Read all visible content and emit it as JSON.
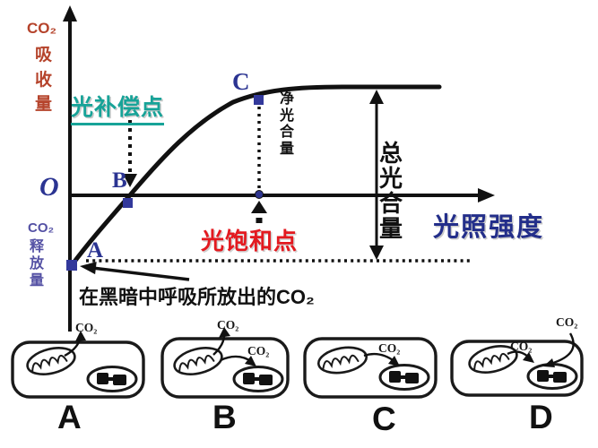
{
  "graph": {
    "y_axis_top": {
      "gas": "CO₂",
      "chars": [
        "吸",
        "收",
        "量"
      ]
    },
    "y_axis_bottom": {
      "gas": "CO₂",
      "chars": [
        "释",
        "放",
        "量"
      ]
    },
    "origin": "O",
    "x_axis": "光照强度",
    "compensation_point": "光补偿点",
    "saturation_point": "光饱和点",
    "net_photo": [
      "净",
      "光",
      "合",
      "量"
    ],
    "gross_photo": [
      "总",
      "光",
      "合",
      "量"
    ],
    "dark_note": "在黑暗中呼吸所放出的CO₂",
    "point_a": "A",
    "point_b": "B",
    "point_c": "C"
  },
  "cells": [
    {
      "label": "A",
      "co2_out": "CO₂"
    },
    {
      "label": "B",
      "co2_out": "CO₂",
      "co2_in": "CO₂"
    },
    {
      "label": "C",
      "co2_in": "CO₂"
    },
    {
      "label": "D",
      "co2_in": "CO₂",
      "co2_out": "CO₂"
    }
  ],
  "colors": {
    "absorb_label": "#b5432b",
    "release_label": "#5451a4",
    "compensation": "#17a398",
    "saturation": "#e3191f",
    "axis_points": "#2b3492",
    "x_axis_label": "#232e8a",
    "curve": "#111111"
  },
  "chart_data": {
    "type": "line",
    "title": "",
    "xlabel": "光照强度",
    "ylabel_positive": "CO₂吸收量",
    "ylabel_negative": "CO₂释放量",
    "axes_unscaled": true,
    "curve_points_norm": [
      [
        0,
        -1.0
      ],
      [
        0.15,
        -0.55
      ],
      [
        0.24,
        0.0
      ],
      [
        0.35,
        0.75
      ],
      [
        0.45,
        1.3
      ],
      [
        0.53,
        1.52
      ],
      [
        0.65,
        1.6
      ],
      [
        0.85,
        1.6
      ],
      [
        1.0,
        1.6
      ]
    ],
    "key_points": [
      {
        "name": "A",
        "x": 0,
        "y": -1.0
      },
      {
        "name": "B",
        "x": 0.24,
        "y": 0
      },
      {
        "name": "C",
        "x": 0.53,
        "y": 1.52
      }
    ],
    "annotations": [
      "光补偿点",
      "光饱和点",
      "净光合量",
      "总光合量",
      "在黑暗中呼吸所放出的CO₂"
    ],
    "legend": "none",
    "grid": false
  }
}
